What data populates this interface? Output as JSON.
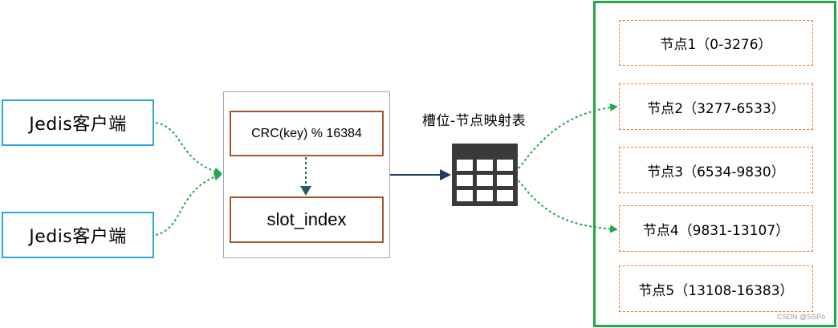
{
  "clients": [
    {
      "label": "Jedis客户端"
    },
    {
      "label": "Jedis客户端"
    }
  ],
  "processor": {
    "hash_label": "CRC(key) % 16384",
    "slot_label": "slot_index"
  },
  "mapping_table": {
    "label": "槽位-节点映射表"
  },
  "nodes": [
    {
      "label": "节点1（0-3276）"
    },
    {
      "label": "节点2（3277-6533）"
    },
    {
      "label": "节点3（6534-9830）"
    },
    {
      "label": "节点4（9831-13107）"
    },
    {
      "label": "节点5（13108-16383）"
    }
  ],
  "watermark": "CSDN @SSPo",
  "colors": {
    "client_border": "#2aa7d8",
    "processor_border": "#a99bc6",
    "brown_border": "#a0572b",
    "node_border": "#ed7d31",
    "container_border": "#20a84a",
    "green_arrow": "#20a84a",
    "navy_arrow": "#1f3864",
    "teal_arrow": "#1f5f66",
    "table_icon": "#3a3a3a"
  }
}
